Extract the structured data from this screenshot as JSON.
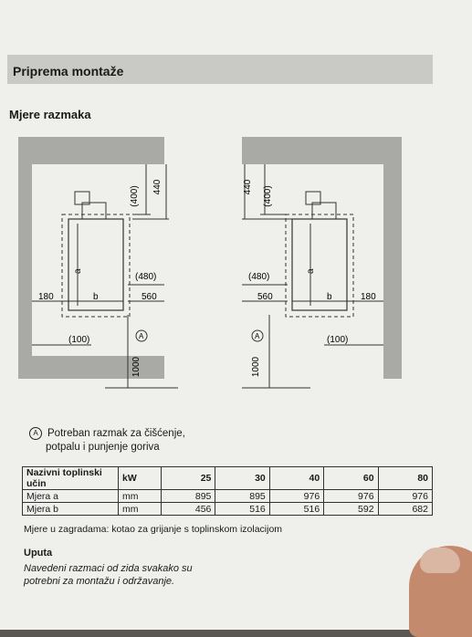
{
  "section_title": "Priprema montaže",
  "subtitle": "Mjere razmaka",
  "diagram": {
    "left": {
      "dim_top_paren": "(400)",
      "dim_top": "440",
      "dim_a": "a",
      "dim_b": "b",
      "dim_side": "180",
      "dim_front_paren": "(480)",
      "dim_front": "560",
      "dim_bottom_paren": "(100)",
      "marker": "A",
      "dim_floor": "1000"
    },
    "right": {
      "dim_top_paren": "(400)",
      "dim_top": "440",
      "dim_a": "a",
      "dim_b": "b",
      "dim_side": "180",
      "dim_front_paren": "(480)",
      "dim_front": "560",
      "dim_bottom_paren": "(100)",
      "marker": "A",
      "dim_floor": "1000"
    }
  },
  "note": {
    "marker": "A",
    "line1": "Potreban razmak za čišćenje,",
    "line2": "potpalu i punjenje goriva"
  },
  "table": {
    "header": [
      "Nazivni toplinski učin",
      "kW",
      "25",
      "30",
      "40",
      "60",
      "80"
    ],
    "rows": [
      [
        "Mjera a",
        "mm",
        "895",
        "895",
        "976",
        "976",
        "976"
      ],
      [
        "Mjera b",
        "mm",
        "456",
        "516",
        "516",
        "592",
        "682"
      ]
    ]
  },
  "footnote": "Mjere u zagradama: kotao za grijanje s toplinskom izolacijom",
  "uputa": {
    "title": "Uputa",
    "line1": "Navedeni razmaci od zida svakako su",
    "line2": "potrebni za montažu i održavanje."
  }
}
